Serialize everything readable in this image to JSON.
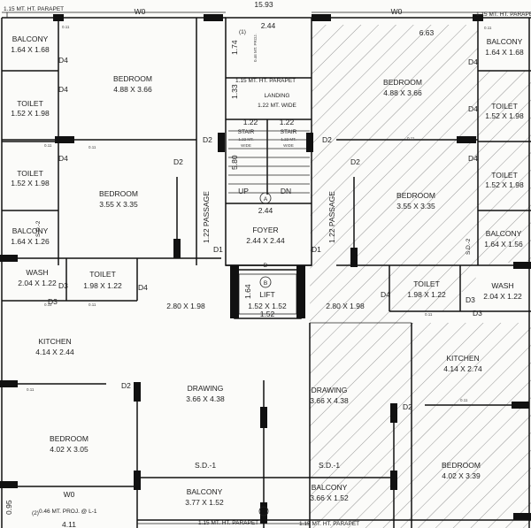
{
  "rooms": [
    {
      "id": "balcony-tl",
      "name": "BALCONY",
      "size": "1.64 X 1.68"
    },
    {
      "id": "bedroom-l1",
      "name": "BEDROOM",
      "size": "4.88 X 3.66"
    },
    {
      "id": "toilet-l1",
      "name": "TOILET",
      "size": "1.52 X 1.98"
    },
    {
      "id": "toilet-l2",
      "name": "TOILET",
      "size": "1.52 X 1.98"
    },
    {
      "id": "bedroom-l2",
      "name": "BEDROOM",
      "size": "3.55 X 3.35"
    },
    {
      "id": "balcony-l2",
      "name": "BALCONY",
      "size": "1.64 X 1.26"
    },
    {
      "id": "wash-l",
      "name": "WASH",
      "size": "2.04 X 1.22"
    },
    {
      "id": "toilet-l3",
      "name": "TOILET",
      "size": "1.98 X 1.22"
    },
    {
      "id": "kitchen-l",
      "name": "KITCHEN",
      "size": "4.14 X 2.44"
    },
    {
      "id": "bedroom-l3",
      "name": "BEDROOM",
      "size": "4.02 X 3.05"
    },
    {
      "id": "drawing-l",
      "name": "DRAWING",
      "size": "3.66 X 4.38"
    },
    {
      "id": "balcony-l3",
      "name": "BALCONY",
      "size": "3.77 X 1.52"
    },
    {
      "id": "foyer",
      "name": "FOYER",
      "size": "2.44 X 2.44"
    },
    {
      "id": "lift",
      "name": "LIFT",
      "size": "1.52 X 1.52"
    },
    {
      "id": "balcony-tr",
      "name": "BALCONY",
      "size": "1.64 X 1.68"
    },
    {
      "id": "bedroom-r1",
      "name": "BEDROOM",
      "size": "4.88 X 3.66"
    },
    {
      "id": "toilet-r1",
      "name": "TOILET",
      "size": "1.52 X 1.98"
    },
    {
      "id": "toilet-r2",
      "name": "TOILET",
      "size": "1.52 X 1.98"
    },
    {
      "id": "bedroom-r2",
      "name": "BEDROOM",
      "size": "3.55 X 3.35"
    },
    {
      "id": "balcony-r2",
      "name": "BALCONY",
      "size": "1.64 X 1.56"
    },
    {
      "id": "toilet-r3",
      "name": "TOILET",
      "size": "1.98 X 1.22"
    },
    {
      "id": "wash-r",
      "name": "WASH",
      "size": "2.04 X 1.22"
    },
    {
      "id": "kitchen-r",
      "name": "KITCHEN",
      "size": "4.14 X 2.74"
    },
    {
      "id": "drawing-r",
      "name": "DRAWING",
      "size": "3.66 X 4.38"
    },
    {
      "id": "bedroom-r3",
      "name": "BEDROOM",
      "size": "4.02 X 3.39"
    },
    {
      "id": "balcony-r3",
      "name": "BALCONY",
      "size": "3.66 X 1.52"
    }
  ],
  "labels": {
    "landing": "LANDING",
    "landing_width": "1.22 MT. WIDE",
    "stair": "STAIR",
    "stair_width_1": "1.22 MT.",
    "stair_width_2": "WIDE",
    "up": "UP",
    "dn": "DN",
    "passage": "1.22 PASSAGE",
    "parapet_115": "1.15 MT. HT. PARAPET",
    "parapet_115_short": "1.15 MT. HT. PARAPET",
    "proj_046": "0.46 MT. PROJ. @ L-1",
    "proj_046_top": "0.46 MT. PROJ.",
    "wo": "W0",
    "d": "D",
    "d1": "D1",
    "d2": "D2",
    "d3": "D3",
    "d4": "D4",
    "sd1": "S.D.-1",
    "sd2": "S.D.-2",
    "grid_a": "A",
    "grid_b": "B",
    "grid_1": "(1)",
    "grid_2": "(2)",
    "small_011": "0.11",
    "dim_1593": "15.93",
    "dim_244": "2.44",
    "dim_174": "1.74",
    "dim_133": "1.33",
    "dim_122": "1.22",
    "dim_580": "5.80",
    "dim_164": "1.64",
    "dim_152": "1.52",
    "dim_663": "6.63",
    "dim_280": "2.80 X 1.98",
    "dim_095": "0.95",
    "dim_411": "4.11"
  }
}
